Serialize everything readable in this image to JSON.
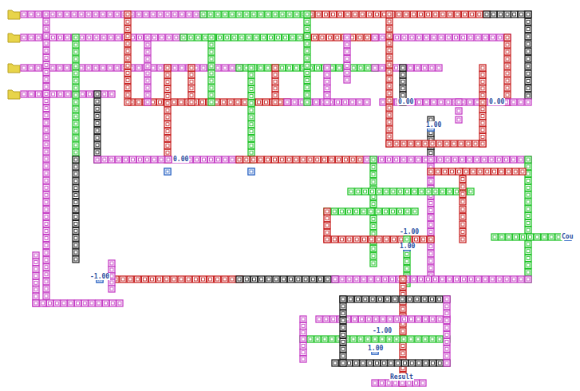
{
  "diagram": {
    "labels": [
      "0.00",
      "0.00",
      "1.00",
      "0.00",
      "-1.00",
      "Cou",
      "1.00",
      "-1.00",
      "-1.00",
      "1.00",
      "Result"
    ]
  }
}
